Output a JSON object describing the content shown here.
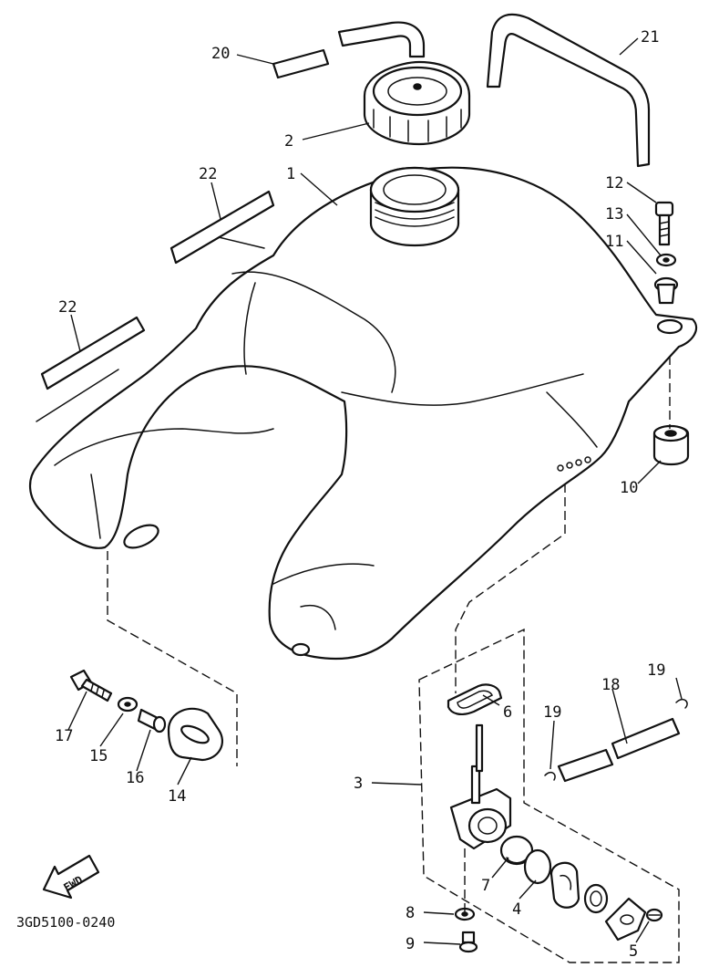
{
  "diagram": {
    "code": "3GD5100-0240",
    "fwd_label": "FWD",
    "callouts": [
      {
        "id": "c1",
        "label": "1"
      },
      {
        "id": "c2",
        "label": "2"
      },
      {
        "id": "c3",
        "label": "3"
      },
      {
        "id": "c4",
        "label": "4"
      },
      {
        "id": "c5",
        "label": "5"
      },
      {
        "id": "c6",
        "label": "6"
      },
      {
        "id": "c7",
        "label": "7"
      },
      {
        "id": "c8",
        "label": "8"
      },
      {
        "id": "c9",
        "label": "9"
      },
      {
        "id": "c10",
        "label": "10"
      },
      {
        "id": "c11",
        "label": "11"
      },
      {
        "id": "c12",
        "label": "12"
      },
      {
        "id": "c13",
        "label": "13"
      },
      {
        "id": "c14",
        "label": "14"
      },
      {
        "id": "c15",
        "label": "15"
      },
      {
        "id": "c16",
        "label": "16"
      },
      {
        "id": "c17",
        "label": "17"
      },
      {
        "id": "c18",
        "label": "18"
      },
      {
        "id": "c19a",
        "label": "19"
      },
      {
        "id": "c19b",
        "label": "19"
      },
      {
        "id": "c20",
        "label": "20"
      },
      {
        "id": "c21",
        "label": "21"
      },
      {
        "id": "c22a",
        "label": "22"
      },
      {
        "id": "c22b",
        "label": "22"
      }
    ]
  }
}
